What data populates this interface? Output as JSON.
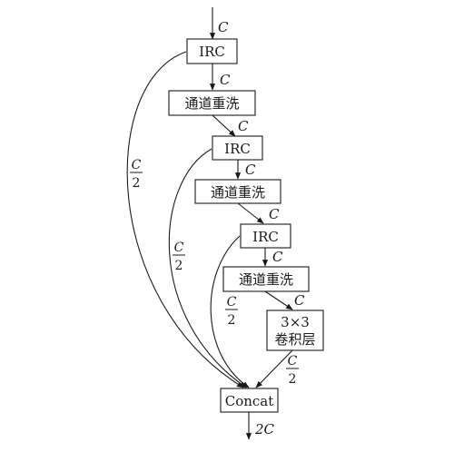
{
  "nodes": {
    "irc1": "IRC",
    "shuffle1": "通道重洗",
    "irc2": "IRC",
    "shuffle2": "通道重洗",
    "irc3": "IRC",
    "shuffle3": "通道重洗",
    "conv_line1": "3×3",
    "conv_line2": "卷积层",
    "concat": "Concat"
  },
  "edge_labels": {
    "input": "C",
    "irc1_to_shuffle1": "C",
    "shuffle1_to_irc2": "C",
    "irc2_to_shuffle2": "C",
    "shuffle2_to_irc3": "C",
    "irc3_to_shuffle3": "C",
    "shuffle3_to_conv": "C",
    "output": "2C",
    "half_numerator": "C",
    "half_denominator": "2"
  }
}
